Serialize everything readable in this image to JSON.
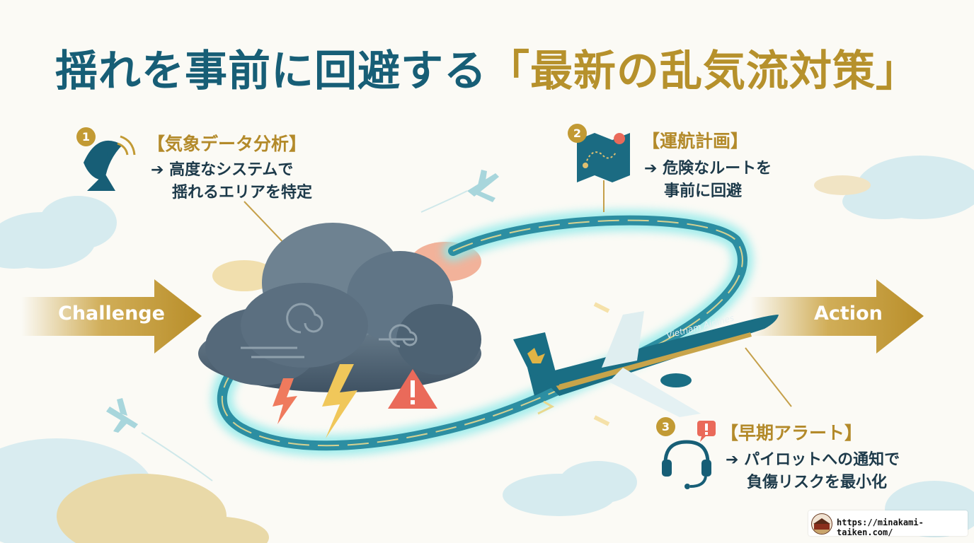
{
  "title": {
    "main": "揺れを事前に回避する",
    "accent": "「最新の乱気流対策」"
  },
  "challenge": {
    "label": "Challenge"
  },
  "action": {
    "label": "Action"
  },
  "steps": [
    {
      "number": "1",
      "heading": "【気象データ分析】",
      "lines": [
        "➔ 高度なシステムで",
        "揺れるエリアを特定"
      ]
    },
    {
      "number": "2",
      "heading": "【運航計画】",
      "lines": [
        "➔ 危険なルートを",
        "事前に回避"
      ]
    },
    {
      "number": "3",
      "heading": "【早期アラート】",
      "lines": [
        "➔ パイロットへの通知で",
        "負傷リスクを最小化"
      ]
    }
  ],
  "airplane": {
    "livery": "Vietnam Airlines"
  },
  "footer": {
    "url": "https://minakami-taiken.com/"
  },
  "colors": {
    "teal": "#175e76",
    "gold": "#b6912c",
    "cloud_dark": "#4f6373",
    "route_glow": "#7fe3e6",
    "warning": "#ea6a5a"
  },
  "icons": [
    "satellite-dish-icon",
    "map-route-icon",
    "headset-icon",
    "alert-bubble-icon",
    "warning-triangle-icon",
    "lightning-icon",
    "small-airplane-icon"
  ]
}
